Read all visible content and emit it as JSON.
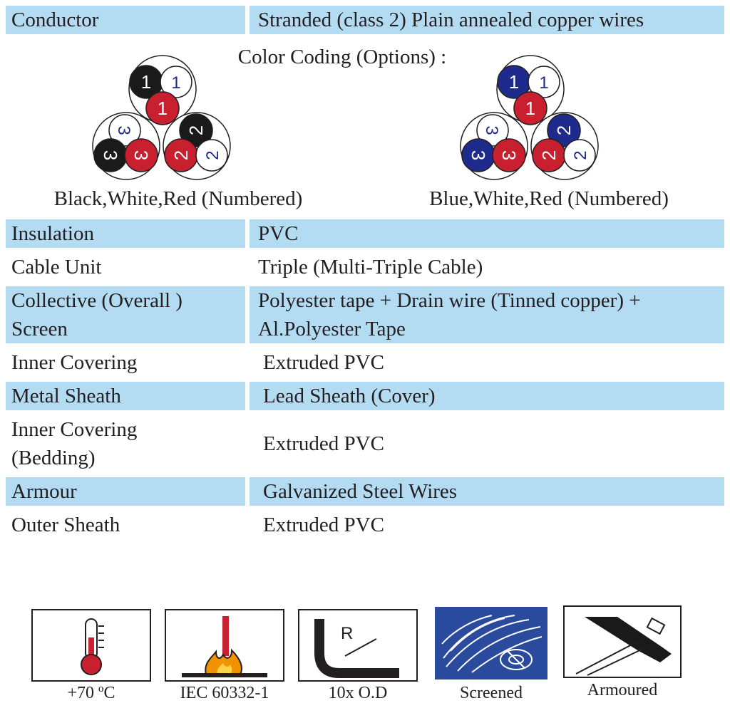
{
  "rows": {
    "conductor": {
      "label": "Conductor",
      "value": "Stranded (class 2) Plain annealed copper wires"
    },
    "insulation": {
      "label": "Insulation",
      "value": "PVC"
    },
    "cable_unit": {
      "label": "Cable Unit",
      "value": "Triple (Multi-Triple Cable)"
    },
    "collective_screen": {
      "label_l1": "Collective (Overall )",
      "label_l2": "Screen",
      "value_l1": "Polyester tape + Drain wire (Tinned copper) +",
      "value_l2": "Al.Polyester Tape"
    },
    "inner_covering": {
      "label": "Inner Covering",
      "value": "Extruded PVC"
    },
    "metal_sheath": {
      "label": "Metal Sheath",
      "value": "Lead Sheath (Cover)"
    },
    "bedding": {
      "label_l1": "Inner Covering",
      "label_l2": "(Bedding)",
      "value": "Extruded PVC"
    },
    "armour": {
      "label": "Armour",
      "value": "Galvanized Steel Wires"
    },
    "outer_sheath": {
      "label": "Outer Sheath",
      "value": "Extruded PVC"
    }
  },
  "color_coding": {
    "title": "Color Coding (Options) :",
    "option_a": {
      "caption": "Black,White,Red (Numbered)",
      "core_colors": [
        "#1a1a1a",
        "#ffffff",
        "#c8202f"
      ],
      "core_numbers": [
        "1",
        "2",
        "3"
      ]
    },
    "option_b": {
      "caption": "Blue,White,Red (Numbered)",
      "core_colors": [
        "#1e2a8c",
        "#ffffff",
        "#c8202f"
      ],
      "core_numbers": [
        "1",
        "2",
        "3"
      ]
    }
  },
  "features": [
    {
      "icon": "thermometer-icon",
      "label": "+70 ºC"
    },
    {
      "icon": "flame-icon",
      "label": "IEC 60332-1"
    },
    {
      "icon": "bend-radius-icon",
      "label": "10x O.D",
      "glyph": "R"
    },
    {
      "icon": "screen-icon",
      "label": "Screened"
    },
    {
      "icon": "armour-icon",
      "label": "Armoured"
    }
  ],
  "colors": {
    "row_shade": "#b3dcf3",
    "red": "#c8202f",
    "blue": "#1e2a8c",
    "screen_bg": "#2a4a9e",
    "flame_orange": "#f39200"
  }
}
